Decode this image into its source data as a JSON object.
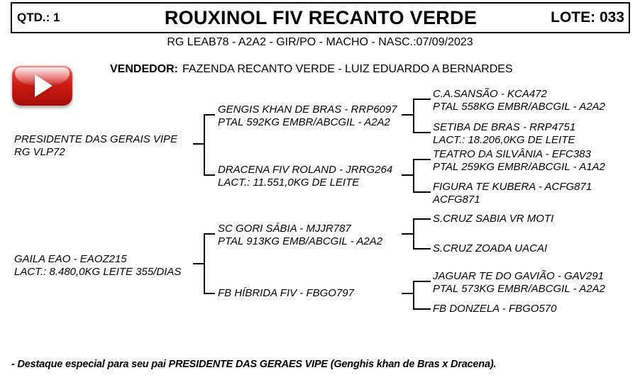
{
  "header": {
    "qty": "QTD.: 1",
    "title": "ROUXINOL FIV RECANTO VERDE",
    "lot": "LOTE: 033",
    "subtitle": "RG LEAB78 - A2A2 - GIR/PO - MACHO - NASC.:07/09/2023"
  },
  "vendor": {
    "label": "VENDEDOR:",
    "name": "FAZENDA RECANTO VERDE - LUIZ EDUARDO A BERNARDES"
  },
  "media": {
    "play_icon": "play-icon",
    "play_glyph": "▶",
    "button_color": "#cc1a12"
  },
  "pedigree": {
    "gen1": [
      {
        "name": "PRESIDENTE DAS GERAIS VIPE",
        "detail": "RG VLP72"
      },
      {
        "name": "GAILA EAO - EAOZ215",
        "detail": "LACT.: 8.480,0KG LEITE 355/DIAS"
      }
    ],
    "gen2": [
      {
        "name": "GENGIS KHAN DE BRAS - RRP6097",
        "detail": "PTAL 592KG EMBR/ABCGIL - A2A2"
      },
      {
        "name": "DRACENA FIV ROLAND - JRRG264",
        "detail": "LACT.: 11.551,0KG DE LEITE"
      },
      {
        "name": "SC GORI SÁBIA - MJJR787",
        "detail": "PTAL 913KG EMB/ABCGIL - A2A2"
      },
      {
        "name": "FB HÍBRIDA FIV - FBGO797"
      }
    ],
    "gen3": [
      {
        "name": "C.A.SANSÃO - KCA472",
        "detail": "PTAL 558KG EMBR/ABCGIL - A2A2"
      },
      {
        "name": "SETIBA DE BRAS - RRP4751",
        "detail": "LACT.: 18.206,0KG DE LEITE"
      },
      {
        "name": "TEATRO DA SILVÂNIA - EFC383",
        "detail": "PTAL 259KG EMBR/ABCGIL - A1A2"
      },
      {
        "name": "FIGURA TE KUBERA - ACFG871",
        "detail": "ACFG871"
      },
      {
        "name": "S.CRUZ SABIA VR MOTI"
      },
      {
        "name": "S.CRUZ ZOADA UACAI"
      },
      {
        "name": "JAGUAR TE DO GAVIÃO - GAV291",
        "detail": "PTAL 573KG EMBR/ABCGIL - A2A2"
      },
      {
        "name": "FB DONZELA - FBGO570"
      }
    ]
  },
  "footnote": "- Destaque especial para seu pai PRESIDENTE DAS GERAES VIPE (Genghis khan de Bras x Dracena)."
}
